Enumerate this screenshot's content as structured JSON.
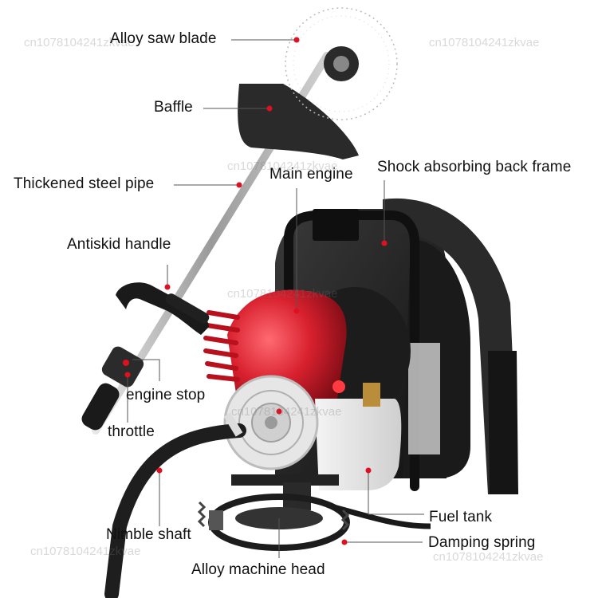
{
  "labels": {
    "saw_blade": "Alloy saw blade",
    "baffle": "Baffle",
    "steel_pipe": "Thickened steel pipe",
    "main_engine": "Main engine",
    "back_frame": "Shock absorbing back frame",
    "antiskid_handle": "Antiskid handle",
    "engine_stop": "engine stop",
    "throttle": "throttle",
    "nimble_shaft": "Nimble shaft",
    "fuel_tank": "Fuel tank",
    "damping_spring": "Damping spring",
    "machine_head": "Alloy machine head"
  },
  "watermark": "cn1078104241zkvae",
  "colors": {
    "engine_red": "#d8202e",
    "frame_black": "#1c1c1c",
    "pointer_dot": "#e01020",
    "line": "#555555"
  }
}
